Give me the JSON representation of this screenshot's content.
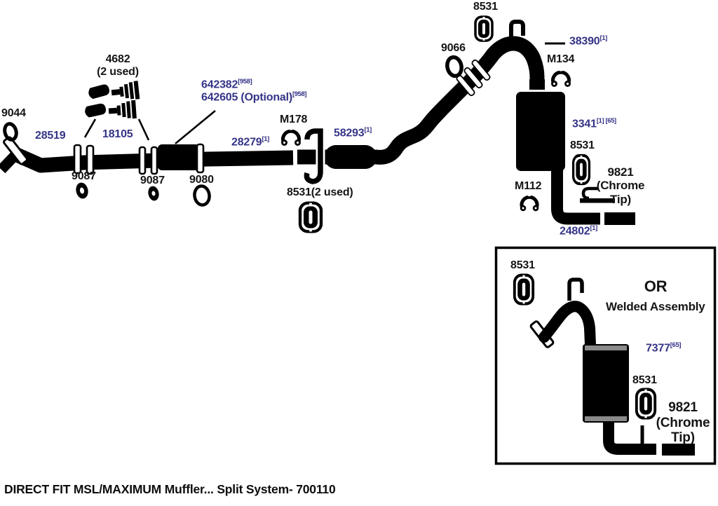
{
  "title": "Exhaust system parts diagram",
  "colors": {
    "label_blue": "#343487",
    "ink_black": "#151515",
    "background": "#ffffff"
  },
  "caption": "DIRECT FIT MSL/MAXIMUM Muffler... Split System- 700110",
  "labels": {
    "p9044": {
      "text": "9044"
    },
    "p28519": {
      "text": "28519"
    },
    "p4682": {
      "line1": "4682",
      "line2": "(2 used)"
    },
    "p18105": {
      "text": "18105"
    },
    "p9087a": {
      "text": "9087"
    },
    "p9087b": {
      "text": "9087"
    },
    "p9080": {
      "text": "9080"
    },
    "p642382": {
      "text": "642382",
      "sup": "[958]"
    },
    "p642605": {
      "text": "642605 (Optional)",
      "sup": "[958]"
    },
    "p28279": {
      "text": "28279",
      "sup": "[1]"
    },
    "pM178": {
      "text": "M178"
    },
    "p58293": {
      "text": "58293",
      "sup": "[1]"
    },
    "p8531x2": {
      "text": "8531(2 used)"
    },
    "p9066": {
      "text": "9066"
    },
    "p8531top": {
      "text": "8531"
    },
    "p38390": {
      "text": "38390",
      "sup": "[1]"
    },
    "pM134": {
      "text": "M134"
    },
    "p3341": {
      "text": "3341",
      "sup": "[1] [65]"
    },
    "p8531mid": {
      "text": "8531"
    },
    "p9821main": {
      "line1": "9821",
      "line2": "(Chrome",
      "line3": "Tip)"
    },
    "pM112": {
      "text": "M112"
    },
    "p24802": {
      "text": "24802",
      "sup": "[1]"
    }
  },
  "inset": {
    "labels": {
      "i8531a": {
        "text": "8531"
      },
      "or": {
        "text": "OR"
      },
      "welded": {
        "text": "Welded Assembly"
      },
      "i7377": {
        "text": "7377",
        "sup": "[65]"
      },
      "i8531b": {
        "text": "8531"
      },
      "i9821": {
        "line1": "9821",
        "line2": "(Chrome",
        "line3": "Tip)"
      }
    }
  },
  "icons": {
    "o-ring-icon": "ellipse-outline",
    "gasket-ring-icon": "filled-donut",
    "clamp-icon": "u-bolt-clamp-arc-with-feet",
    "hanger-grommet-icon": "oval-with-slot",
    "hanger-hook-icon": "bent-rod-hook",
    "hanger-bracket-icon": "j-bracket",
    "bolt-kit-icon": "bolt-and-spring",
    "flange-icon": "tilted-plate"
  }
}
